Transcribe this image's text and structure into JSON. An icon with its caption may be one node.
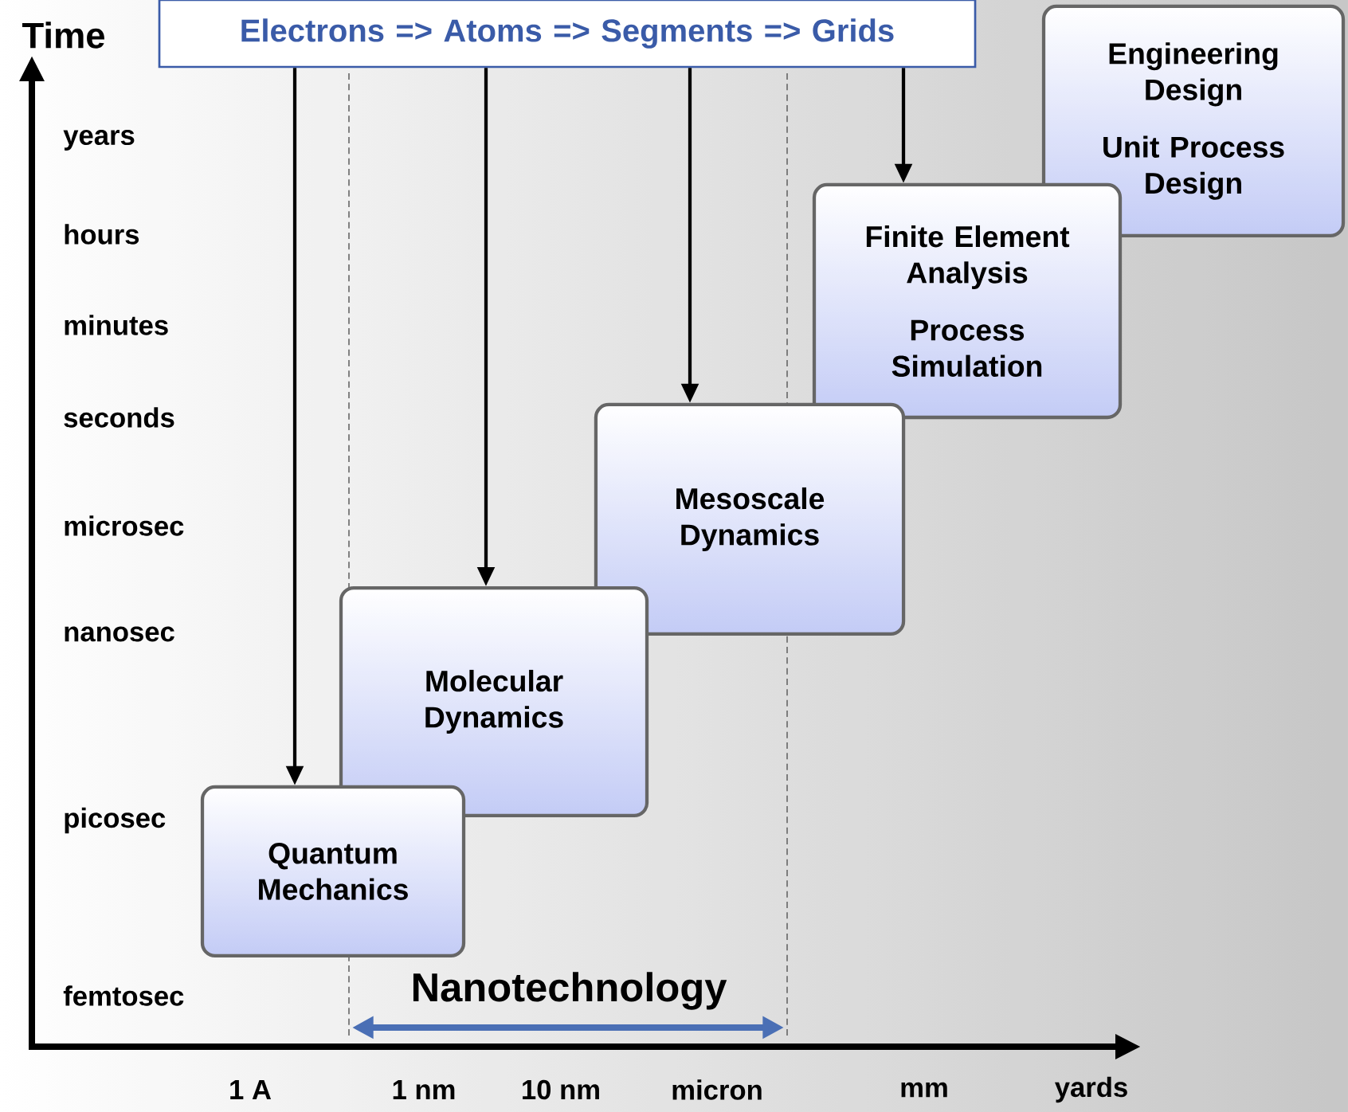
{
  "diagram": {
    "nodes": [
      {
        "text": [
          "Electrons => Atoms => Segments => Grids"
        ]
      },
      {
        "text": [
          "Quantum Mechanics"
        ]
      },
      {
        "text": [
          "Molecular Dynamics"
        ]
      },
      {
        "text": [
          "Mesoscale Dynamics"
        ]
      },
      {
        "text": [
          "Finite Element Analysis",
          "Process Simulation"
        ]
      },
      {
        "text": [
          "Engineering Design",
          "Unit Process Design"
        ]
      }
    ],
    "edges": [
      {
        "from": 0,
        "to": 1,
        "arrow": "to"
      },
      {
        "from": 0,
        "to": 2,
        "arrow": "to"
      },
      {
        "from": 0,
        "to": 3,
        "arrow": "to"
      },
      {
        "from": 0,
        "to": 4,
        "arrow": "to"
      }
    ],
    "labels": [
      "Time",
      "years",
      "hours",
      "minutes",
      "seconds",
      "microsec",
      "nanosec",
      "picosec",
      "femtosec",
      "Nanotechnology",
      "1 A",
      "1 nm",
      "10 nm",
      "micron",
      "mm",
      "yards"
    ]
  }
}
